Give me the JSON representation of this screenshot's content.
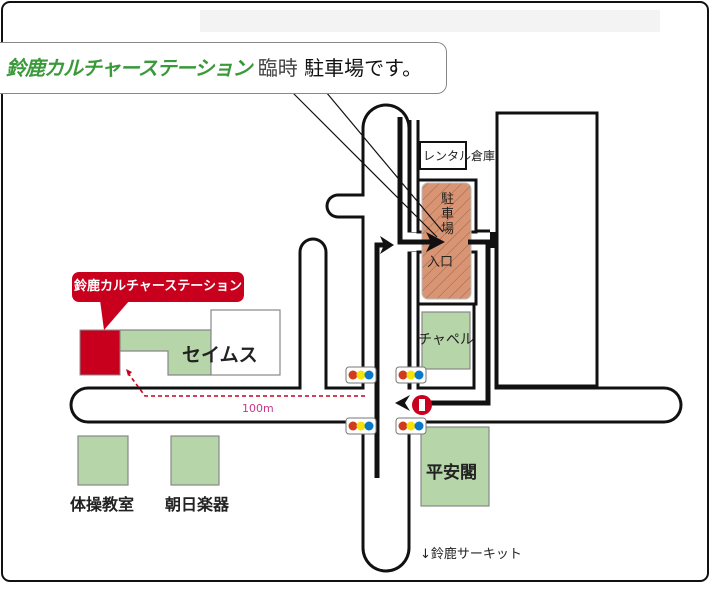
{
  "title": {
    "venue": "鈴鹿カルチャーステーション",
    "temporary": "臨時",
    "parking": "駐車場です。"
  },
  "colors": {
    "station_red": "#c8001e",
    "building_green": "#b6d5a8",
    "parking_orange": "#d99573",
    "title_green": "#3a9a3a",
    "distance_pink": "#c8378a"
  },
  "map": {
    "station_label": "鈴鹿カルチャーステーション",
    "seims": "セイムス",
    "rental_warehouse": "レンタル倉庫",
    "parking_lot": "駐車場",
    "entrance": "入口",
    "chapel": "チャペル",
    "heiankaku": "平安閣",
    "gym": "体操教室",
    "asahi_music": "朝日楽器",
    "circuit": "↓鈴鹿サーキット",
    "distance": "100m"
  },
  "icons": [
    "traffic-light-icon",
    "no-entry-icon",
    "arrow-right-icon",
    "arrow-left-icon"
  ]
}
